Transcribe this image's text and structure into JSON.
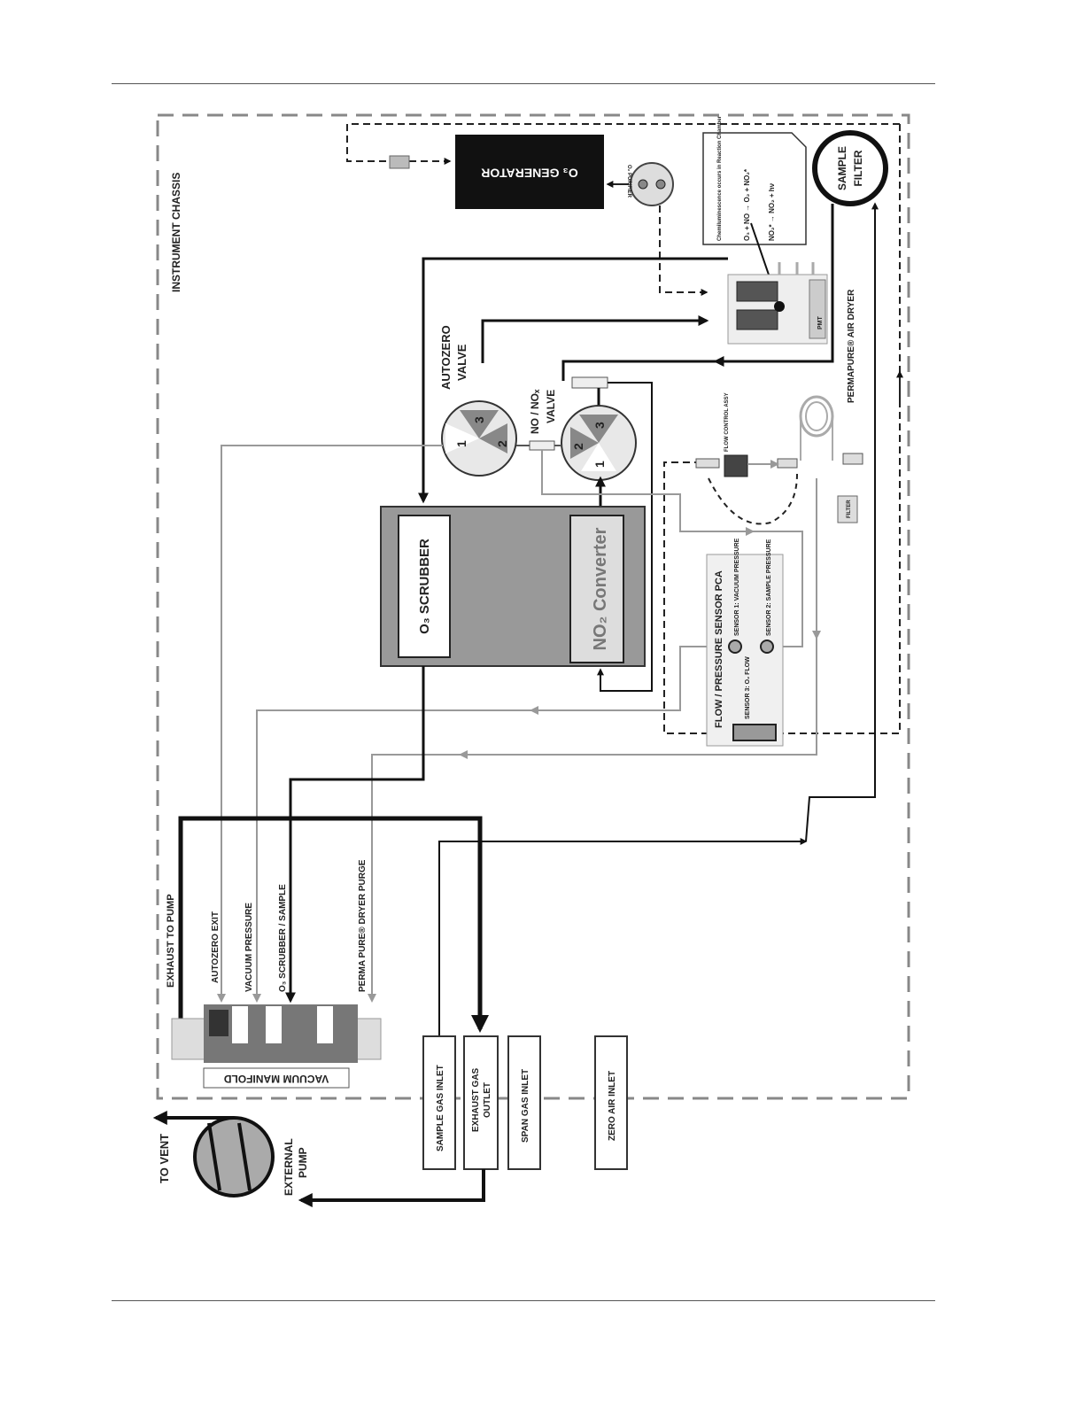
{
  "labels": {
    "chassis": "INSTRUMENT CHASSIS",
    "o3_generator": "O₃ GENERATOR",
    "o2_purifier": "O₂ PURIFIER",
    "reaction_note_title": "Chemiluminescence occurs in Reaction Chamber",
    "reaction_eq1": "O₃ + NO → O₂ + NO₂*",
    "reaction_eq2": "NO₂* → NO₂ + hν",
    "sample_filter_1": "SAMPLE",
    "sample_filter_2": "FILTER",
    "pmt": "PMT",
    "autozero_1": "AUTOZERO",
    "autozero_2": "VALVE",
    "nonox_1": "NO / NOₓ",
    "nonox_2": "VALVE",
    "port1": "1",
    "port2": "2",
    "port3": "3",
    "o3_scrubber": "O₃ SCRUBBER",
    "no2_converter": "NO₂ Converter",
    "flow_control": "FLOW CONTROL ASSY",
    "permapure_dryer": "PERMAPURE® AIR DRYER",
    "filter": "FILTER",
    "sensor_pca": "FLOW / PRESSURE SENSOR PCA",
    "sensor1": "SENSOR 1: VACUUM PRESSURE",
    "sensor2": "SENSOR 2: SAMPLE PRESSURE",
    "sensor3": "SENSOR 3: O₂ FLOW",
    "exhaust_to_pump": "EXHAUST TO PUMP",
    "autozero_exit": "AUTOZERO EXIT",
    "vacuum_pressure": "VACUUM PRESSURE",
    "o3_scrubber_sample": "O₃ SCRUBBER / SAMPLE",
    "perma_purge": "PERMA PURE® DRYER PURGE",
    "vacuum_manifold": "VACUUM MANIFOLD",
    "sample_gas_inlet": "SAMPLE GAS INLET",
    "exhaust_gas_outlet_1": "EXHAUST GAS",
    "exhaust_gas_outlet_2": "OUTLET",
    "span_gas_inlet": "SPAN GAS INLET",
    "zero_air_inlet": "ZERO AIR INLET",
    "external_pump_1": "EXTERNAL",
    "external_pump_2": "PUMP",
    "to_vent": "TO VENT"
  }
}
